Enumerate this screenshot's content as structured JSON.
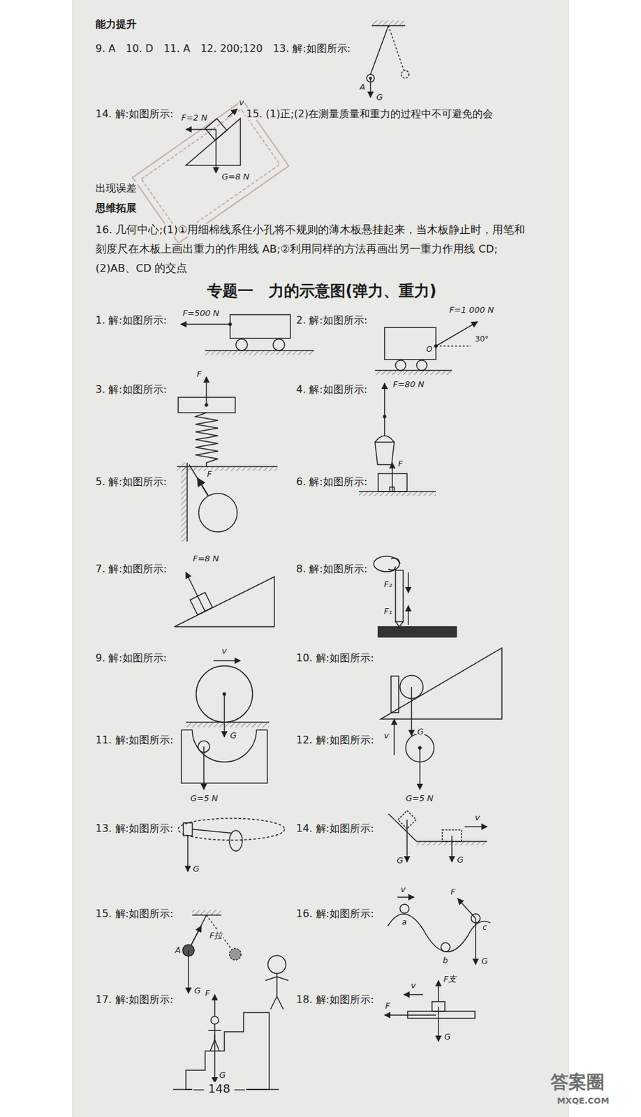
{
  "diagram": {
    "title": "专题一　力的示意图(弹力、重力)",
    "labels": [
      "能力提升",
      "9. A　10. D　11. A　12. 200;120　13. 解:如图所示:",
      "A",
      "G",
      "14. 解:如图所示:",
      "F=2 N",
      "v",
      "G=8 N",
      "15. (1)正;(2)在测量质量和重力的过程中不可避免的会",
      "出现误差",
      "思维拓展",
      "16. 几何中心;(1)①用细棉线系住小孔将不规则的薄木板悬挂起来，当木板静止时，用笔和",
      "刻度尺在木板上画出重力的作用线 AB;②利用同样的方法再画出另一重力作用线 CD;",
      "(2)AB、CD 的交点",
      "1. 解:如图所示:",
      "F=500 N",
      "2. 解:如图所示:",
      "F=1 000 N",
      "O",
      "30°",
      "3. 解:如图所示:",
      "F",
      "4. 解:如图所示:",
      "F=80 N",
      "5. 解:如图所示:",
      "F",
      "6. 解:如图所示:",
      "F",
      "7. 解:如图所示:",
      "F=8 N",
      "8. 解:如图所示:",
      "F₂",
      "F₁",
      "9. 解:如图所示:",
      "v",
      "G",
      "10. 解:如图所示:",
      "G",
      "11. 解:如图所示:",
      "G=5 N",
      "12. 解:如图所示:",
      "v",
      "G=5 N",
      "13. 解:如图所示:",
      "G",
      "14. 解:如图所示:",
      "v",
      "G",
      "G",
      "15. 解:如图所示:",
      "A",
      "F拉",
      "G",
      "16. 解:如图所示:",
      "v",
      "a",
      "b",
      "c",
      "F",
      "G",
      "17. 解:如图所示:",
      "F",
      "G",
      "18. 解:如图所示:",
      "v",
      "F支",
      "F",
      "G",
      "— 148 —",
      "答案圈",
      "MXQE.COM"
    ]
  }
}
